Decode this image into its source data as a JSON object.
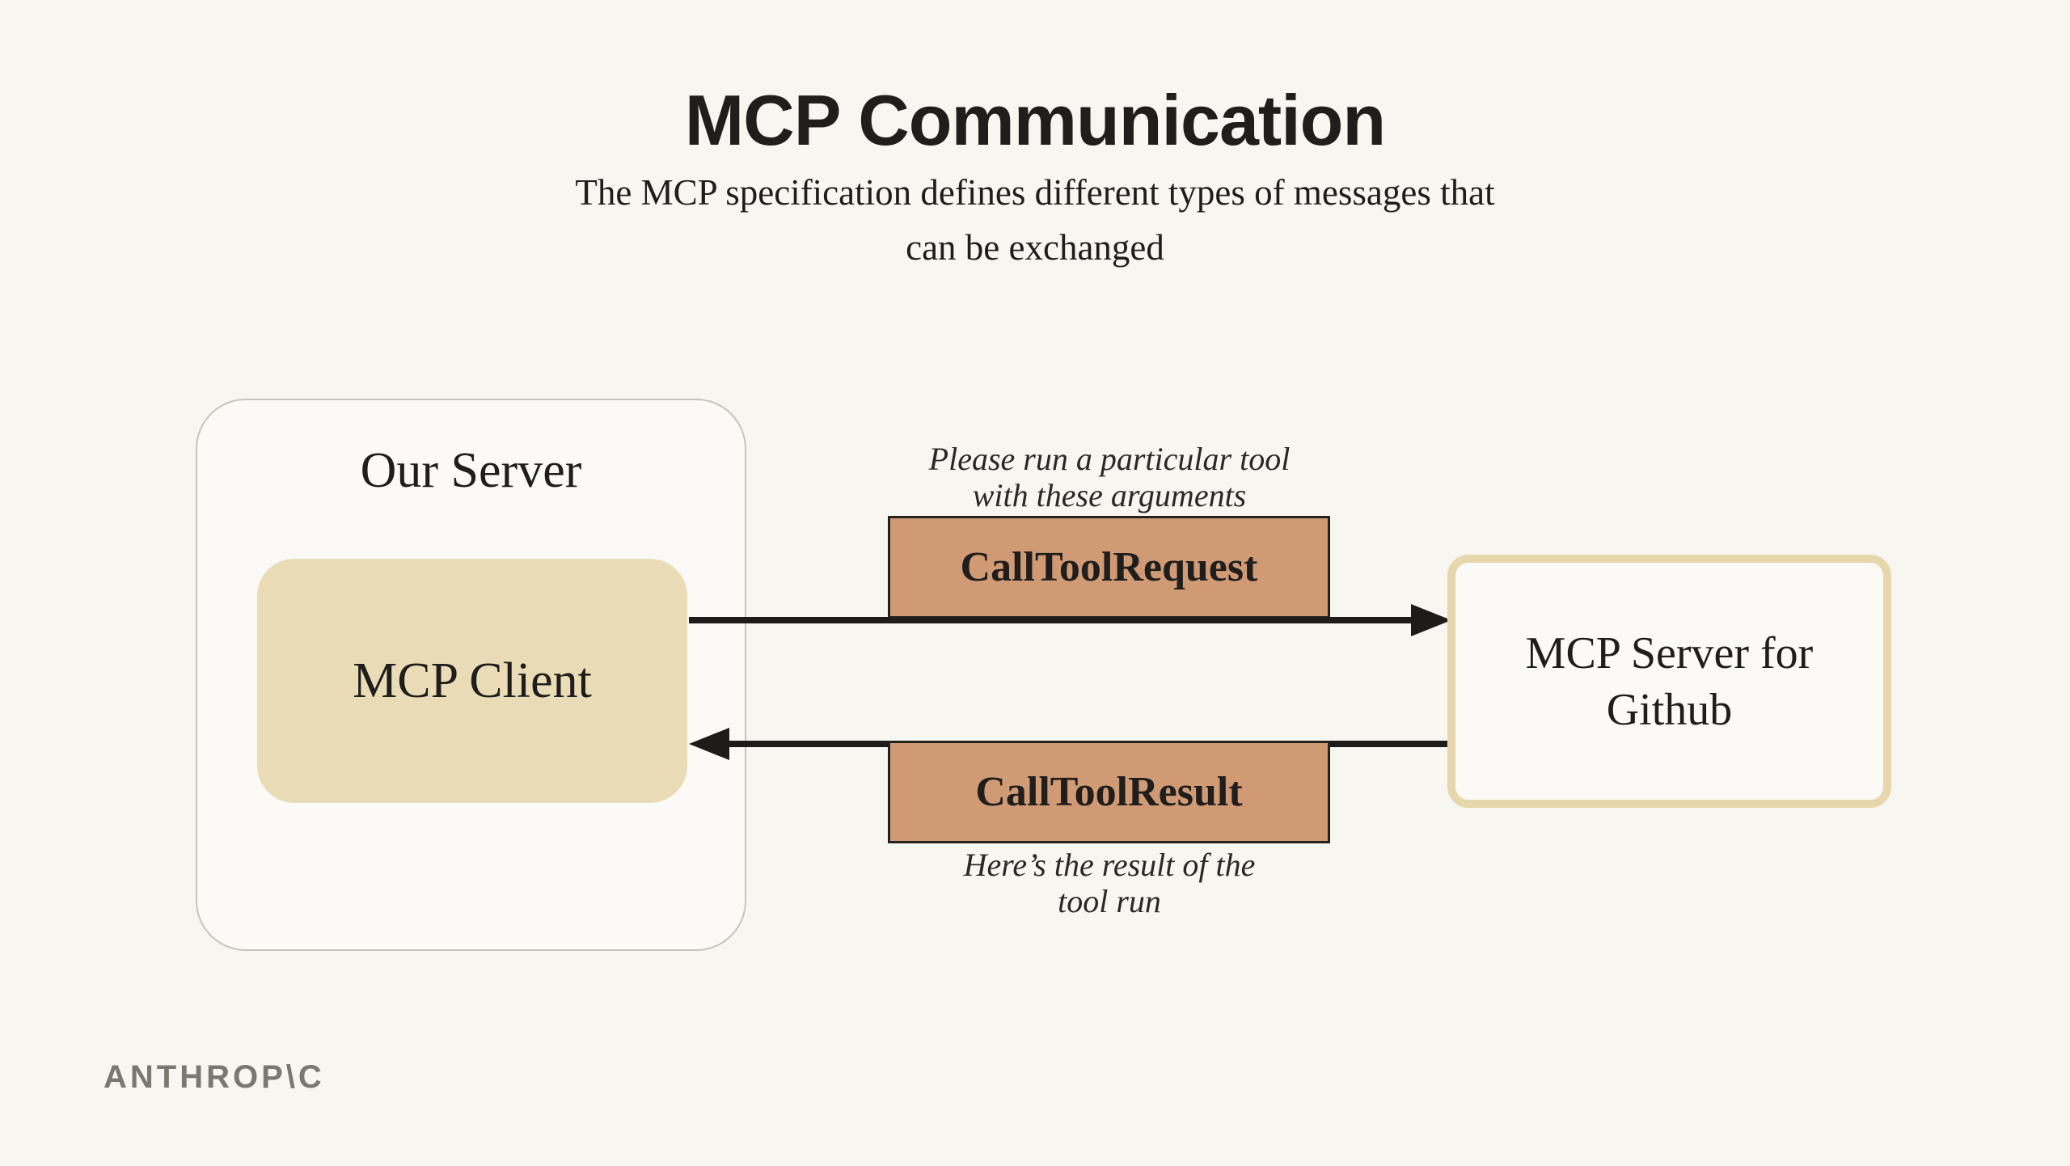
{
  "slide": {
    "title": "MCP Communication",
    "subtitle_line1": "The MCP specification defines different types of messages that",
    "subtitle_line2": "can be exchanged",
    "brand": "ANTHROP\\C"
  },
  "diagram": {
    "our_server_label": "Our Server",
    "mcp_client_label": "MCP Client",
    "mcp_server_line1": "MCP Server for",
    "mcp_server_line2": "Github",
    "request_message": "CallToolRequest",
    "request_annotation_line1": "Please run a particular tool",
    "request_annotation_line2": "with these arguments",
    "result_message": "CallToolResult",
    "result_annotation_line1": "Here’s the result of the",
    "result_annotation_line2": "tool run"
  },
  "colors": {
    "background": "#f7f6f1",
    "panel_fill": "#fbfaf6",
    "panel_border": "#c6c4bc",
    "client_fill": "#e9dcb6",
    "message_fill": "#d09a75",
    "message_border": "#262220",
    "server_border": "#e7d7ac",
    "arrow": "#1d1c1a",
    "text": "#1f1e1c",
    "brand_gray": "#7b786f"
  }
}
